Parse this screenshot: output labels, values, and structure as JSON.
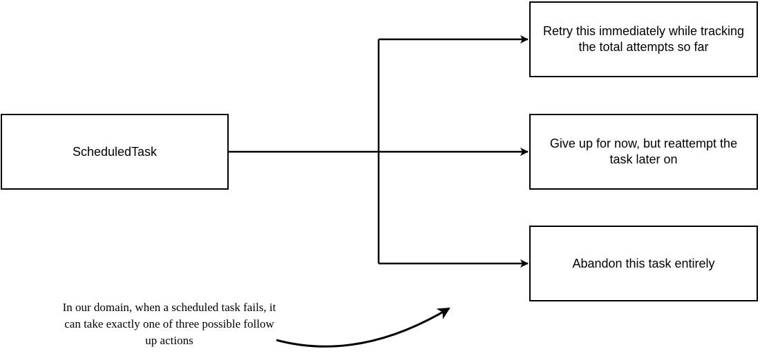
{
  "diagram": {
    "source": {
      "label": "ScheduledTask"
    },
    "outcomes": [
      {
        "label": "Retry this immediately while tracking the total attempts so far"
      },
      {
        "label": "Give up for now, but reattempt the task later on"
      },
      {
        "label": "Abandon this task entirely"
      }
    ],
    "annotation": {
      "text": "In our domain, when a scheduled task fails, it can take exactly one of three possible follow up actions"
    }
  },
  "colors": {
    "stroke": "#000000",
    "background": "#ffffff"
  }
}
